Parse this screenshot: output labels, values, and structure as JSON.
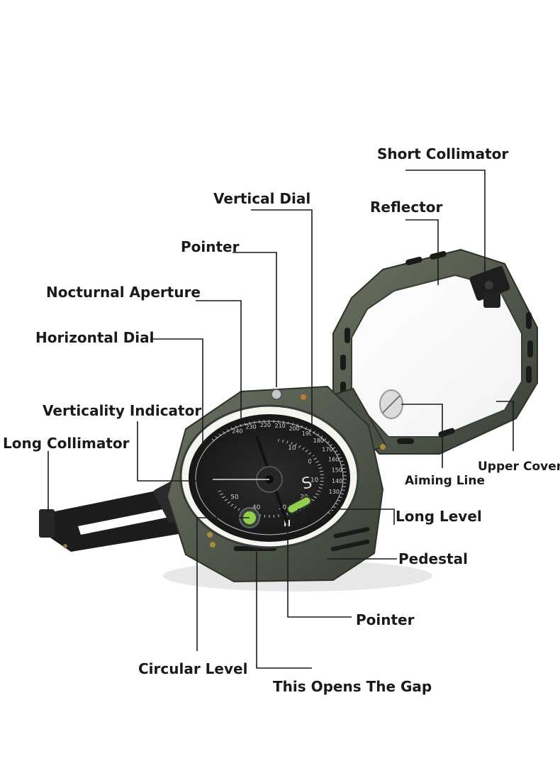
{
  "labels": {
    "short_collimator": "Short Collimator",
    "vertical_dial": "Vertical Dial",
    "reflector": "Reflector",
    "pointer_top": "Pointer",
    "nocturnal_aperture": "Nocturnal Aperture",
    "horizontal_dial": "Horizontal Dial",
    "verticality_indicator": "Verticality Indicator",
    "long_collimator": "Long Collimator",
    "upper_cover": "Upper Cover",
    "aiming_line": "Aiming Line",
    "long_level": "Long Level",
    "pedestal": "Pedestal",
    "pointer_bottom": "Pointer",
    "circular_level": "Circular Level",
    "this_opens_the_gap": "This Opens The Gap"
  },
  "dial": {
    "inner_numbers": [
      "10",
      "0",
      "10",
      "20",
      "30",
      "40",
      "50"
    ],
    "outer_numbers": [
      "240",
      "230",
      "220",
      "210",
      "200",
      "190",
      "180",
      "170",
      "160",
      "150",
      "140",
      "130"
    ],
    "letter_s": "S",
    "letter_n": "N"
  },
  "colors": {
    "body": "#4d5447",
    "body_dark": "#353b31",
    "lines": "#1a1a1a",
    "level_bubble": "#8fd14f"
  }
}
